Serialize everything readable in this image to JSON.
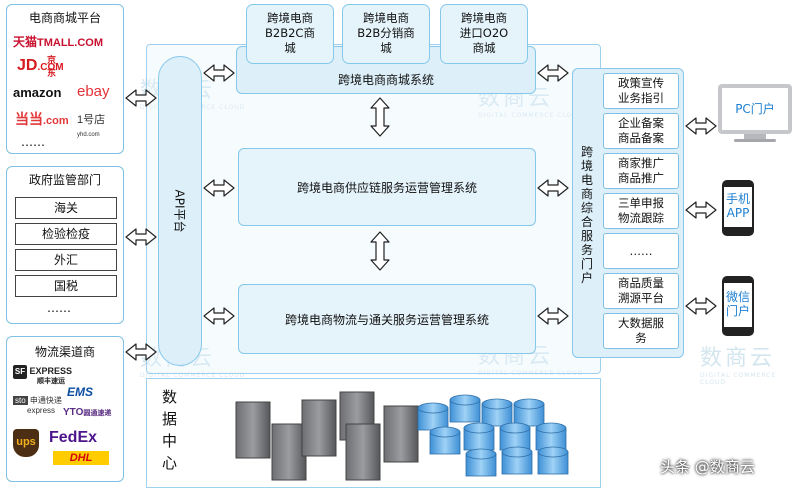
{
  "ecommerce_panel": {
    "title": "电商商城平台",
    "logos": [
      "天猫",
      "TMALL.COM",
      "JD",
      "京东",
      ".COM",
      "amazon",
      "ebay",
      "当当",
      ".com",
      "1号店",
      "yhd.com"
    ],
    "more": "……"
  },
  "gov_panel": {
    "title": "政府监管部门",
    "items": [
      "海关",
      "检验检疫",
      "外汇",
      "国税"
    ],
    "more": "……"
  },
  "logistics_panel": {
    "title": "物流渠道商",
    "logos": [
      "EXPRESS",
      "顺丰速运",
      "EMS",
      "sto",
      "申通快递",
      "express",
      "YTO",
      "圆通速递",
      "ups",
      "FedEx",
      "DHL"
    ]
  },
  "api_platform": "API平台",
  "mall_system": {
    "label": "跨境电商商城系统",
    "modules": [
      "跨境电商\nB2B2C商\n城",
      "跨境电商\nB2B分销商\n城",
      "跨境电商\n进口O2O\n商城"
    ]
  },
  "supply_chain": "跨境电商供应链服务运营管理系统",
  "logistics_customs": "跨境电商物流与通关服务运营管理系统",
  "data_center": "数\n据\n中\n心",
  "portal": {
    "title": "跨\n境\n电\n商\n综\n合\n服\n务\n门\n户",
    "items": [
      "政策宣传\n业务指引",
      "企业备案\n商品备案",
      "商家推广\n商品推广",
      "三单申报\n物流跟踪",
      "……",
      "商品质量\n溯源平台",
      "大数据服\n务"
    ]
  },
  "devices": {
    "pc": "PC门户",
    "app": "手机\nAPP",
    "wechat": "微信\n门户"
  },
  "watermark": {
    "text": "数商云",
    "sub": "DIGITAL COMMERCE CLOUD",
    "footer": "头条 @数商云"
  },
  "colors": {
    "line": "#7fc0e6",
    "fill": "#ddeff9",
    "accent": "#1d7fd1"
  }
}
